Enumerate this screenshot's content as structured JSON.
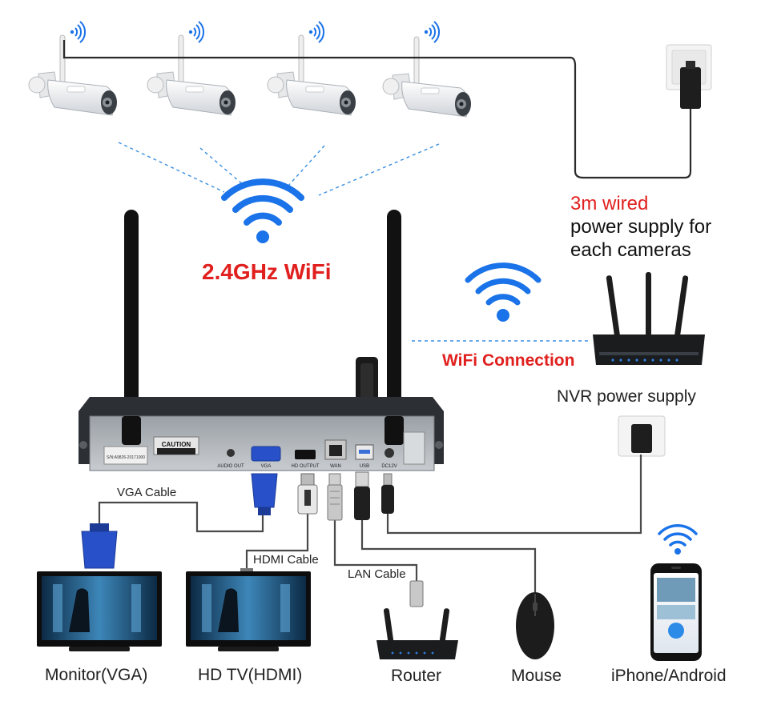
{
  "labels": {
    "wifi_band": "2.4GHz WiFi",
    "wifi_connection": "WiFi Connection",
    "power_wired": "3m wired",
    "power_desc_line1": "power supply for",
    "power_desc_line2": "each cameras",
    "nvr_power": "NVR power supply",
    "vga_cable": "VGA Cable",
    "hdmi_cable": "HDMI Cable",
    "lan_cable": "LAN Cable",
    "monitor": "Monitor(VGA)",
    "hdtv": "HD TV(HDMI)",
    "router": "Router",
    "mouse": "Mouse",
    "phone": "iPhone/Android"
  },
  "nvr_panel": {
    "caution": "CAUTION",
    "audio_out": "AUDIO OUT",
    "vga": "VGA",
    "hd_output": "HD OUTPUT",
    "wan": "WAN",
    "usb": "USB",
    "dc12v": "DC12V",
    "serial": "S/N:A9826-20171000"
  },
  "colors": {
    "wifi_blue": "#1a73e8",
    "red_text": "#e0201e",
    "cable_gray": "#555555",
    "nvr_body": "#2c2f33",
    "vga_blue": "#2850c8"
  }
}
